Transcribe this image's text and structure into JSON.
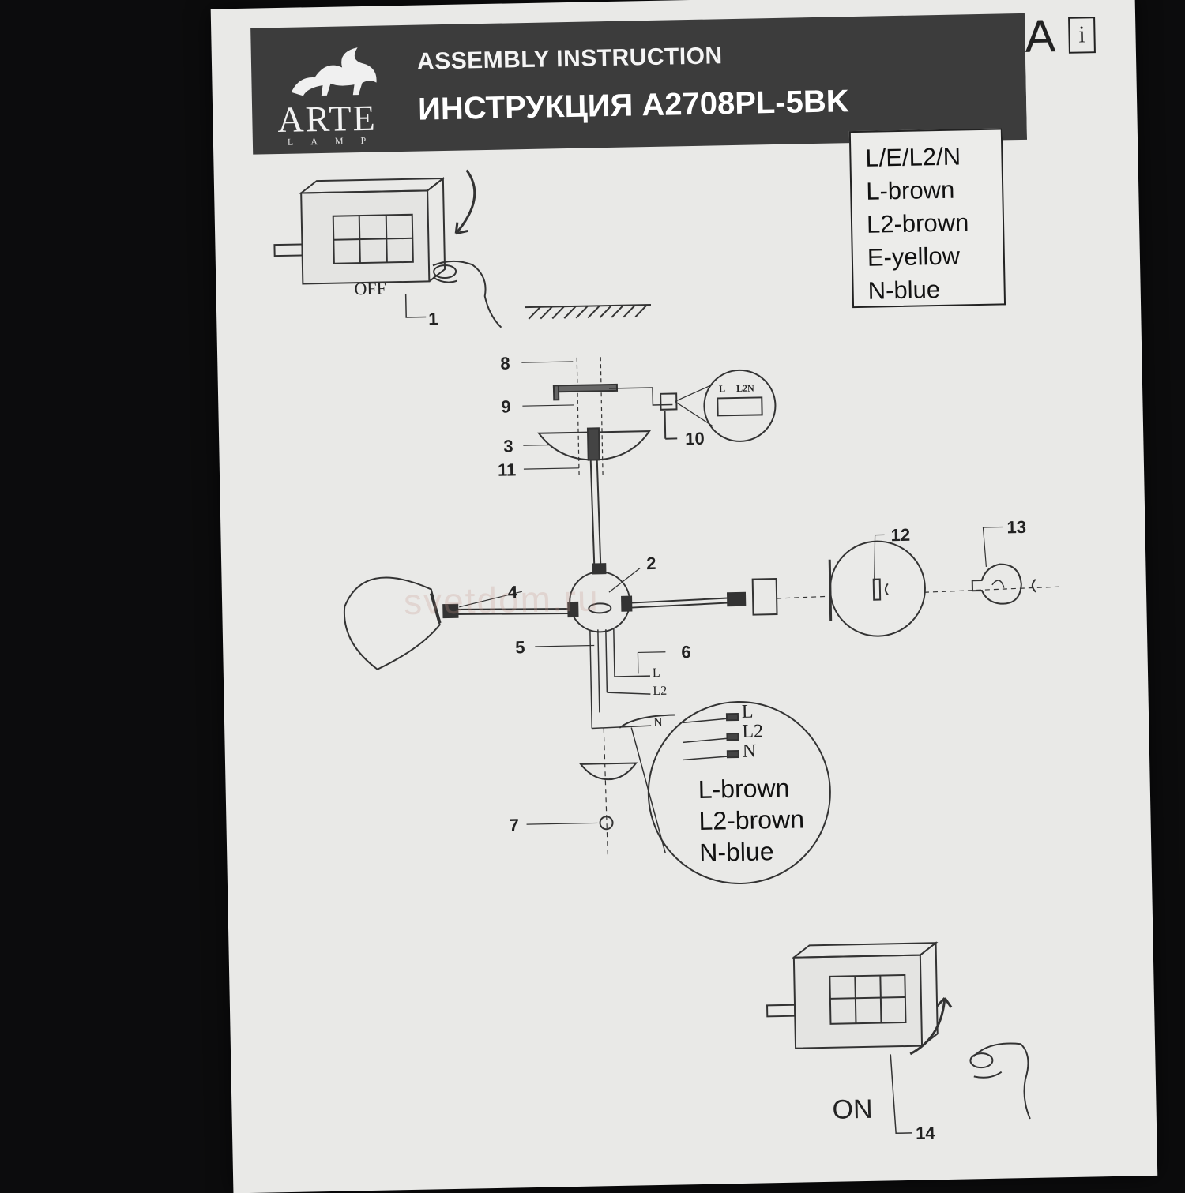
{
  "header": {
    "brand": "ARTE",
    "brand_sub": "LAMP",
    "title_en": "ASSEMBLY INSTRUCTION",
    "title_ru": "ИНСТРУКЦИЯ A2708PL-5BK",
    "corner_letter": "A",
    "corner_info": "i"
  },
  "wiring_legend": [
    "L/E/L2/N",
    "L-brown",
    "L2-brown",
    "E-yellow",
    "N-blue"
  ],
  "switch_off": "OFF",
  "switch_on": "ON",
  "part_labels": [
    "1",
    "2",
    "3",
    "4",
    "5",
    "6",
    "7",
    "8",
    "9",
    "10",
    "11",
    "12",
    "13",
    "14"
  ],
  "wire_tags": [
    "L",
    "L2",
    "N"
  ],
  "terminal_tags": [
    "L",
    "L2N"
  ],
  "zoom_tags": [
    "L",
    "L2",
    "N"
  ],
  "zoom_legend": [
    "L-brown",
    "L2-brown",
    "N-blue"
  ],
  "watermark": "svetdom.ru"
}
